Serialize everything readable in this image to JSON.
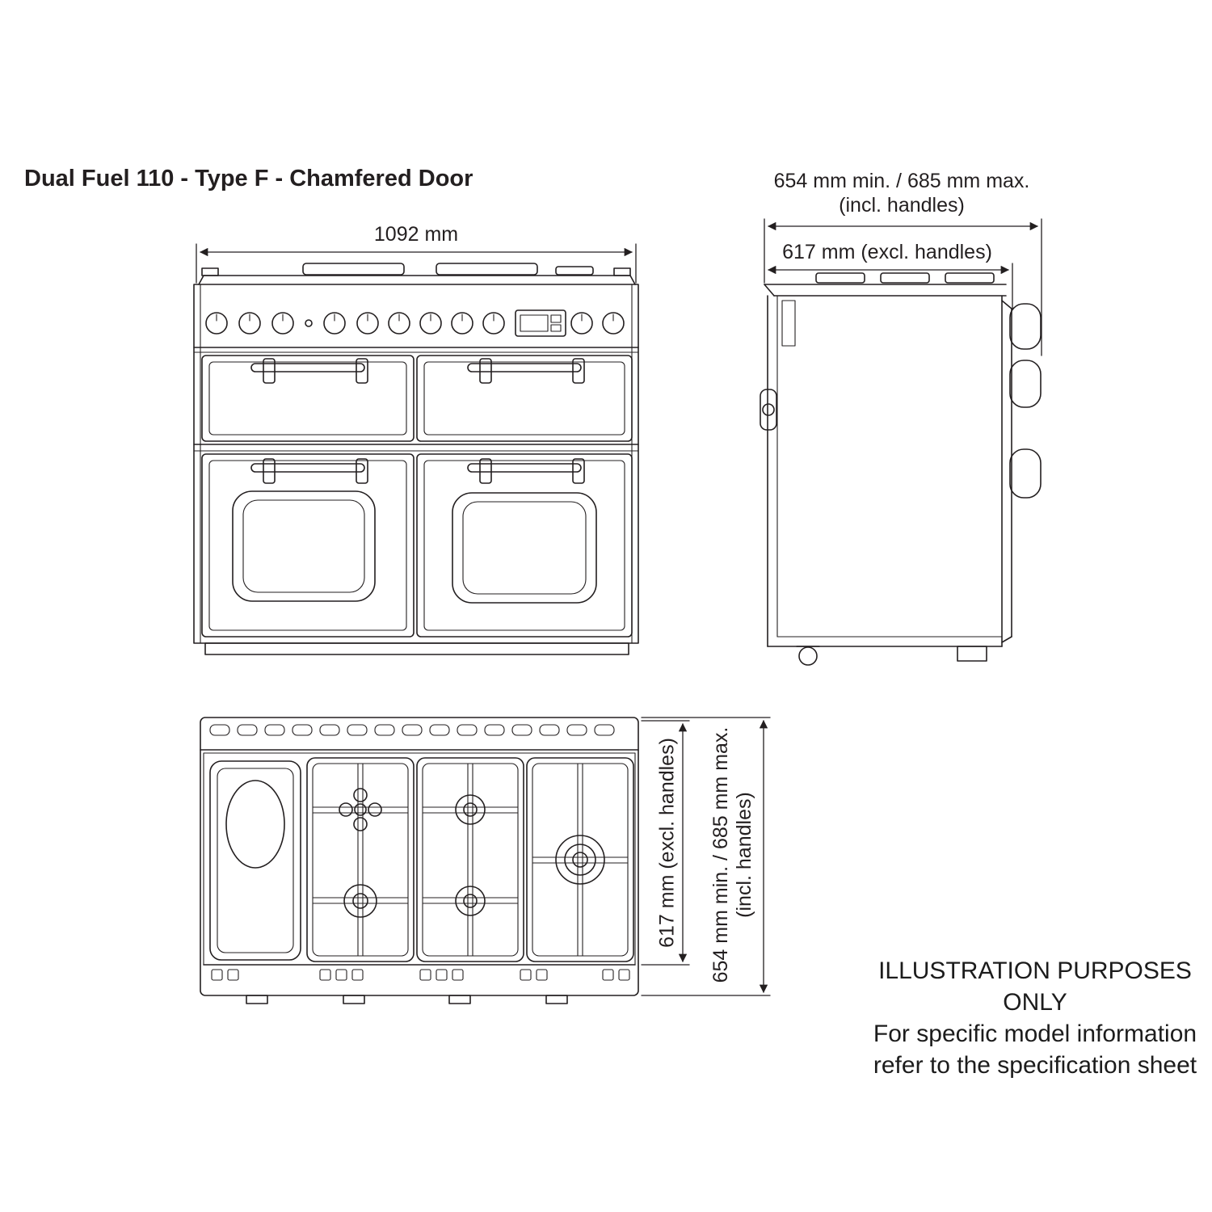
{
  "page": {
    "title": "Dual Fuel 110 - Type F - Chamfered Door"
  },
  "dimensions": {
    "front_width": "1092 mm",
    "depth_incl_line1": "654 mm min. / 685 mm max.",
    "depth_incl_line2": "(incl. handles)",
    "depth_excl": "617 mm (excl. handles)",
    "plan_depth_excl": "617 mm (excl. handles)",
    "plan_depth_incl_line1": "654 mm min. / 685 mm max.",
    "plan_depth_incl_line2": "(incl. handles)"
  },
  "disclaimer": {
    "line1": "ILLUSTRATION PURPOSES ONLY",
    "line2": "For specific model information",
    "line3": "refer to the specification sheet"
  },
  "colors": {
    "line": "#231f20",
    "background": "#ffffff"
  }
}
